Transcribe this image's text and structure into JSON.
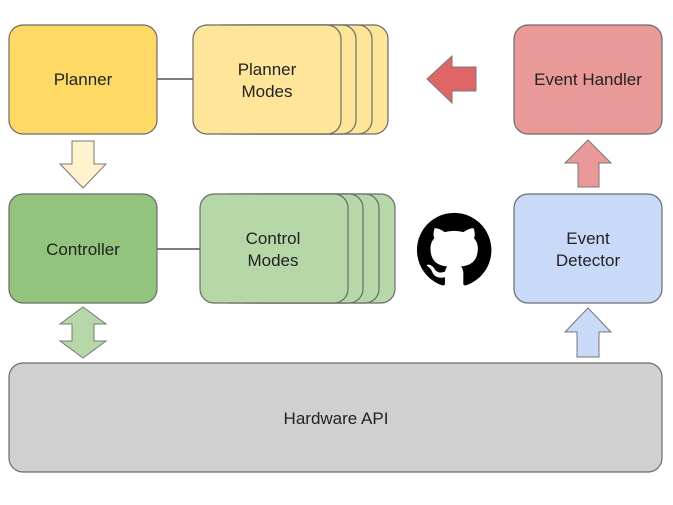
{
  "blocks": {
    "planner": {
      "label": "Planner",
      "fill": "#ffd966",
      "stroke": "#6b6b6b"
    },
    "planner_modes": {
      "line1": "Planner",
      "line2": "Modes",
      "fill": "#ffe599",
      "stroke": "#6b6b6b"
    },
    "event_handler": {
      "label": "Event Handler",
      "fill": "#ea9999",
      "stroke": "#6b6b6b"
    },
    "controller": {
      "label": "Controller",
      "fill": "#93c47d",
      "stroke": "#6b6b6b"
    },
    "control_modes": {
      "line1": "Control",
      "line2": "Modes",
      "fill": "#b6d7a8",
      "stroke": "#6b6b6b"
    },
    "event_detector": {
      "line1": "Event",
      "line2": "Detector",
      "fill": "#c9daf8",
      "stroke": "#6b6b6b"
    },
    "hardware_api": {
      "label": "Hardware API",
      "fill": "#d0d0d0",
      "stroke": "#6b6b6b"
    }
  },
  "arrows": {
    "planner_to_controller": {
      "fill": "#fff2cc"
    },
    "controller_hardware": {
      "fill": "#b6d7a8"
    },
    "hardware_to_detector": {
      "fill": "#c9daf8"
    },
    "detector_to_handler": {
      "fill": "#ea9999"
    },
    "handler_to_planner": {
      "fill": "#e06666"
    }
  },
  "icons": {
    "logo": "github-icon"
  }
}
